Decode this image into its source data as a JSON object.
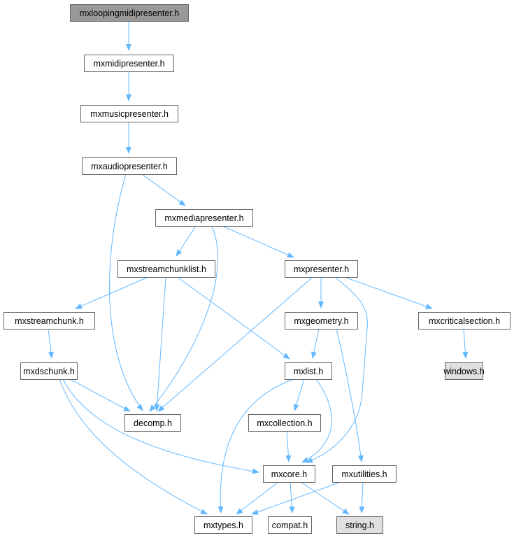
{
  "colors": {
    "edge": "#63b8ff",
    "root_fill": "#999999",
    "external_fill": "#e0e0e0",
    "node_fill": "#ffffff",
    "border": "#666666"
  },
  "nodes": [
    {
      "id": "loop",
      "label": "mxloopingmidipresenter.h",
      "kind": "root"
    },
    {
      "id": "midi",
      "label": "mxmidipresenter.h",
      "kind": "normal"
    },
    {
      "id": "music",
      "label": "mxmusicpresenter.h",
      "kind": "normal"
    },
    {
      "id": "audio",
      "label": "mxaudiopresenter.h",
      "kind": "normal"
    },
    {
      "id": "media",
      "label": "mxmediapresenter.h",
      "kind": "normal"
    },
    {
      "id": "scl",
      "label": "mxstreamchunklist.h",
      "kind": "normal"
    },
    {
      "id": "presenter",
      "label": "mxpresenter.h",
      "kind": "normal"
    },
    {
      "id": "streamchunk",
      "label": "mxstreamchunk.h",
      "kind": "normal"
    },
    {
      "id": "geometry",
      "label": "mxgeometry.h",
      "kind": "normal"
    },
    {
      "id": "critsec",
      "label": "mxcriticalsection.h",
      "kind": "normal"
    },
    {
      "id": "windows",
      "label": "windows.h",
      "kind": "external"
    },
    {
      "id": "dschunk",
      "label": "mxdschunk.h",
      "kind": "normal"
    },
    {
      "id": "mxlist",
      "label": "mxlist.h",
      "kind": "normal"
    },
    {
      "id": "decomp",
      "label": "decomp.h",
      "kind": "normal"
    },
    {
      "id": "collection",
      "label": "mxcollection.h",
      "kind": "normal"
    },
    {
      "id": "mxcore",
      "label": "mxcore.h",
      "kind": "normal"
    },
    {
      "id": "utilities",
      "label": "mxutilities.h",
      "kind": "normal"
    },
    {
      "id": "mxtypes",
      "label": "mxtypes.h",
      "kind": "normal"
    },
    {
      "id": "compat",
      "label": "compat.h",
      "kind": "normal"
    },
    {
      "id": "string",
      "label": "string.h",
      "kind": "external"
    }
  ],
  "edges": [
    [
      "loop",
      "midi"
    ],
    [
      "midi",
      "music"
    ],
    [
      "music",
      "audio"
    ],
    [
      "audio",
      "media"
    ],
    [
      "audio",
      "decomp"
    ],
    [
      "media",
      "scl"
    ],
    [
      "media",
      "presenter"
    ],
    [
      "media",
      "decomp"
    ],
    [
      "scl",
      "streamchunk"
    ],
    [
      "scl",
      "decomp"
    ],
    [
      "scl",
      "mxlist"
    ],
    [
      "presenter",
      "decomp"
    ],
    [
      "presenter",
      "geometry"
    ],
    [
      "presenter",
      "mxcore"
    ],
    [
      "presenter",
      "critsec"
    ],
    [
      "critsec",
      "windows"
    ],
    [
      "streamchunk",
      "dschunk"
    ],
    [
      "dschunk",
      "decomp"
    ],
    [
      "dschunk",
      "mxcore"
    ],
    [
      "dschunk",
      "mxtypes"
    ],
    [
      "geometry",
      "mxlist"
    ],
    [
      "geometry",
      "utilities"
    ],
    [
      "mxlist",
      "mxtypes"
    ],
    [
      "mxlist",
      "collection"
    ],
    [
      "mxlist",
      "mxcore"
    ],
    [
      "collection",
      "mxcore"
    ],
    [
      "mxcore",
      "mxtypes"
    ],
    [
      "mxcore",
      "compat"
    ],
    [
      "mxcore",
      "string"
    ],
    [
      "utilities",
      "mxtypes"
    ],
    [
      "utilities",
      "string"
    ]
  ]
}
